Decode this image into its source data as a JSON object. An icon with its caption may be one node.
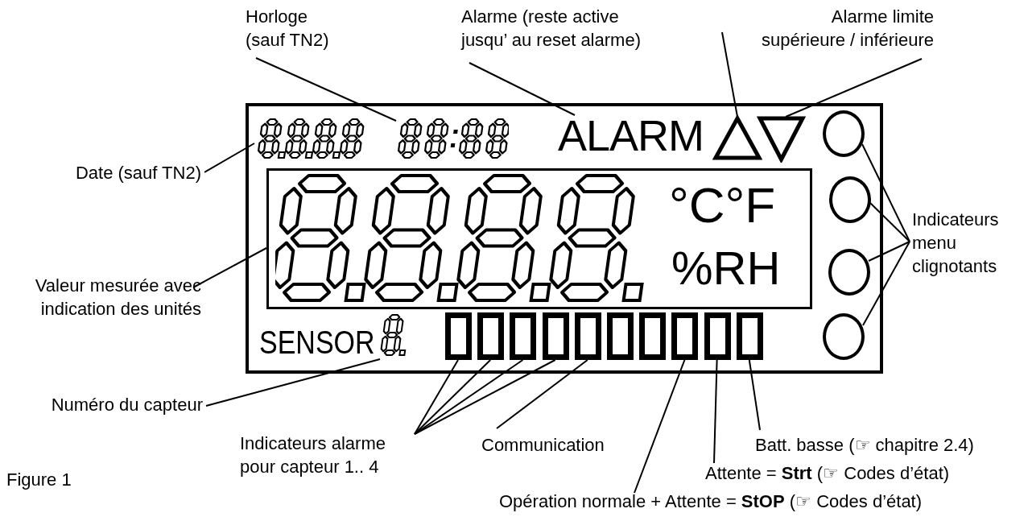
{
  "diagram": {
    "nodes": [
      {
        "text": [
          "Horloge (sauf TN2)"
        ]
      },
      {
        "text": [
          "Alarme (reste active jusqu’ au reset alarme)"
        ]
      },
      {
        "text": [
          "Alarme limite supérieure / inférieure"
        ]
      },
      {
        "text": [],
        "shape": "box"
      },
      {
        "text": [],
        "shape": "picture",
        "in": 3
      },
      {
        "text": [],
        "shape": "picture",
        "in": 3
      },
      {
        "text": [
          "ALARM"
        ],
        "in": 3
      },
      {
        "text": [],
        "shape": "triangle",
        "in": 3
      },
      {
        "text": [],
        "shape": "triangle",
        "in": 3
      },
      {
        "text": [
          "°C°F",
          "%RH"
        ],
        "in": 3
      },
      {
        "text": [],
        "shape": "picture",
        "in": 3
      },
      {
        "text": [],
        "shape": "box",
        "in": 3
      },
      {
        "text": [],
        "shape": "box",
        "in": 3
      },
      {
        "text": [],
        "shape": "box",
        "in": 3
      },
      {
        "text": [],
        "shape": "box",
        "in": 3
      },
      {
        "text": [],
        "shape": "box",
        "in": 3
      },
      {
        "text": [],
        "shape": "box",
        "in": 3
      },
      {
        "text": [],
        "shape": "box",
        "in": 3
      },
      {
        "text": [],
        "shape": "box",
        "in": 3
      },
      {
        "text": [],
        "shape": "box",
        "in": 3
      },
      {
        "text": [],
        "shape": "box",
        "in": 3
      },
      {
        "text": [],
        "shape": "circle",
        "in": 3
      },
      {
        "text": [],
        "shape": "circle",
        "in": 3
      },
      {
        "text": [],
        "shape": "circle",
        "in": 3
      },
      {
        "text": [],
        "shape": "circle",
        "in": 3
      },
      {
        "text": [
          "Date (sauf TN2)"
        ]
      },
      {
        "text": [
          "Valeur mesurée avec indication des unités"
        ]
      },
      {
        "text": [
          "Indicateurs menu clignotants"
        ]
      },
      {
        "text": [
          "Numéro du capteur"
        ]
      },
      {
        "text": [
          "Indicateurs alarme pour capteur 1.. 4"
        ]
      },
      {
        "text": [
          "Communication"
        ]
      },
      {
        "text": [
          "Batt. basse (☞ chapitre 2.4)"
        ]
      },
      {
        "text": [
          "Attente = **Strt** (☞ Codes d’état)"
        ]
      },
      {
        "text": [
          "Opération normale + Attente = **StOP** (☞ Codes d’état)"
        ]
      }
    ],
    "edges": [
      {
        "from": 0,
        "to": 5,
        "arrow": "none"
      },
      {
        "from": 1,
        "to": 6,
        "arrow": "none"
      },
      {
        "from": 2,
        "to": 7,
        "arrow": "none"
      },
      {
        "from": 2,
        "to": 8,
        "arrow": "none"
      },
      {
        "from": 25,
        "to": 4,
        "arrow": "none"
      },
      {
        "from": 26,
        "to": 9,
        "arrow": "none"
      },
      {
        "from": 27,
        "to": 21,
        "arrow": "none"
      },
      {
        "from": 27,
        "to": 22,
        "arrow": "none"
      },
      {
        "from": 27,
        "to": 23,
        "arrow": "none"
      },
      {
        "from": 27,
        "to": 24,
        "arrow": "none"
      },
      {
        "from": 28,
        "to": 10,
        "arrow": "none"
      },
      {
        "from": 29,
        "to": 11,
        "arrow": "none"
      },
      {
        "from": 29,
        "to": 12,
        "arrow": "none"
      },
      {
        "from": 29,
        "to": 13,
        "arrow": "none"
      },
      {
        "from": 29,
        "to": 14,
        "arrow": "none"
      },
      {
        "from": 30,
        "to": 15,
        "arrow": "none"
      },
      {
        "from": 33,
        "to": 18,
        "arrow": "none"
      },
      {
        "from": 32,
        "to": 19,
        "arrow": "none"
      },
      {
        "from": 31,
        "to": 20,
        "arrow": "none"
      }
    ],
    "labels": [
      "SENSOR",
      "Figure 1"
    ]
  }
}
